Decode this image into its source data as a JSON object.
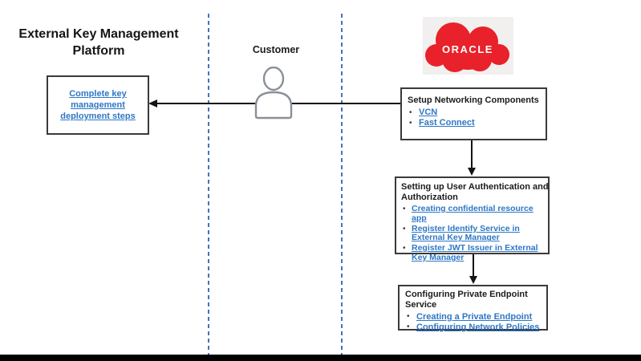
{
  "page": {
    "title_lines": [
      "External Key Management",
      "Platform"
    ],
    "customer_label": "Customer"
  },
  "colors": {
    "hyperlink_blue": "#2e77c5",
    "lane_divider_blue": "#4472c4",
    "oracle_red": "#e8212a",
    "oracle_logo_background": "#f1f0ee",
    "box_border_gray": "#3a3a3a",
    "arrow_black": "#141414",
    "person_outline_gray": "#8a9097",
    "bottom_bar_black": "#000000"
  },
  "logo": {
    "brand": "ORACLE"
  },
  "icons": {
    "customer_person_icon": "person-silhouette",
    "oracle_cloud_icon": "red-cloud"
  },
  "platform_box": {
    "link": "Complete key management deployment steps"
  },
  "networking_box": {
    "heading": "Setup Networking Components",
    "links": [
      "VCN",
      "Fast Connect"
    ]
  },
  "auth_box": {
    "heading_lines": [
      "Setting up User Authentication and",
      "Authorization"
    ],
    "links": [
      "Creating confidential resource app",
      "Register Identify Service in External Key Manager",
      "Register JWT Issuer in External Key Manager"
    ]
  },
  "endpoint_box": {
    "heading_lines": [
      "Configuring Private Endpoint",
      "Service"
    ],
    "links": [
      "Creating a Private Endpoint",
      "Configuring Network Policies"
    ]
  }
}
